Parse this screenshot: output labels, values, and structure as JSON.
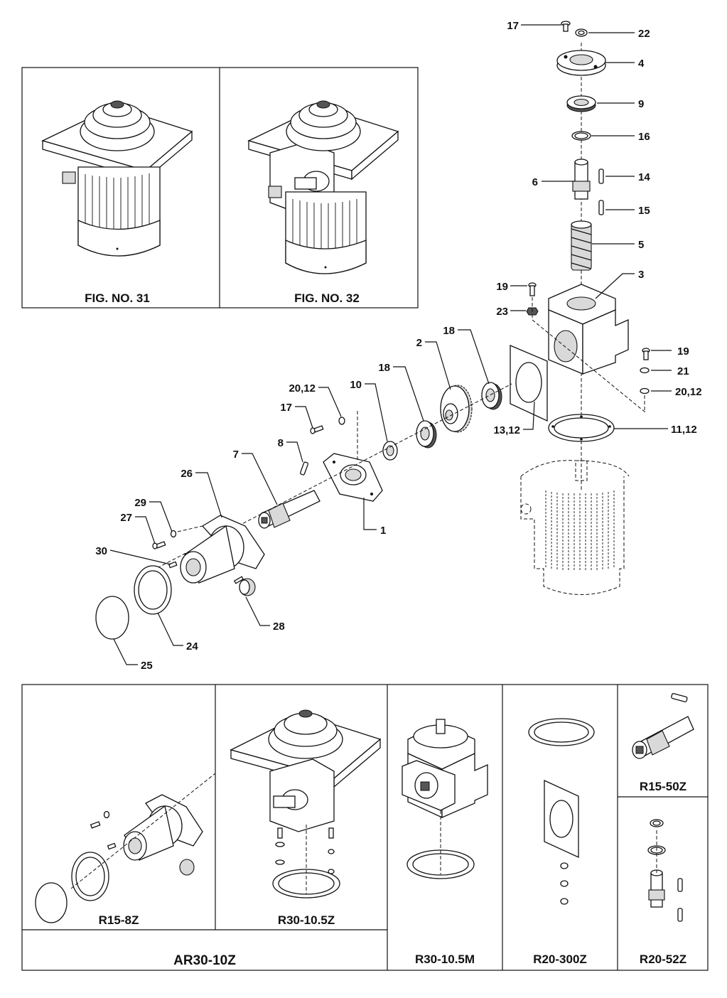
{
  "figures": {
    "fig31": "FIG. NO. 31",
    "fig32": "FIG. NO. 32"
  },
  "callouts": {
    "c1": "1",
    "c2": "2",
    "c3": "3",
    "c4": "4",
    "c5": "5",
    "c6": "6",
    "c7": "7",
    "c8": "8",
    "c9": "9",
    "c10": "10",
    "c11_12": "11,12",
    "c13_12": "13,12",
    "c14": "14",
    "c15": "15",
    "c16": "16",
    "c17_top": "17",
    "c17_mid": "17",
    "c18_a": "18",
    "c18_b": "18",
    "c19_a": "19",
    "c19_b": "19",
    "c20_12_a": "20,12",
    "c20_12_b": "20,12",
    "c21": "21",
    "c22": "22",
    "c23": "23",
    "c24": "24",
    "c25": "25",
    "c26": "26",
    "c27": "27",
    "c28": "28",
    "c29": "29",
    "c30": "30"
  },
  "kits": {
    "r15_8z": "R15-8Z",
    "r30_105z": "R30-10.5Z",
    "ar30_10z": "AR30-10Z",
    "r30_105m": "R30-10.5M",
    "r20_300z": "R20-300Z",
    "r15_50z": "R15-50Z",
    "r20_52z": "R20-52Z"
  }
}
